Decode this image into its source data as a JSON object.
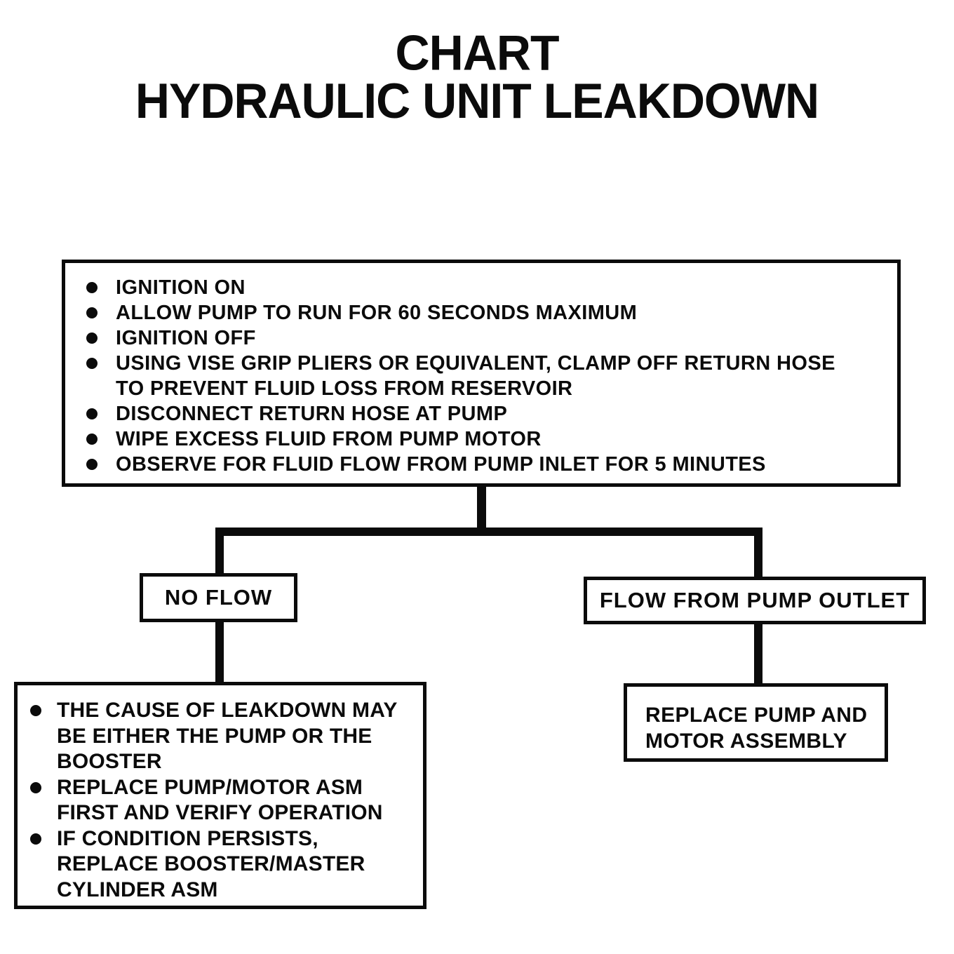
{
  "colors": {
    "ink": "#0b0b0b",
    "paper": "#ffffff"
  },
  "title": {
    "line1": "CHART",
    "line2": "HYDRAULIC UNIT LEAKDOWN"
  },
  "procedure": {
    "items": [
      "IGNITION ON",
      "ALLOW PUMP TO RUN FOR 60 SECONDS MAXIMUM",
      "IGNITION OFF",
      "USING VISE GRIP PLIERS OR EQUIVALENT, CLAMP OFF RETURN HOSE\nTO PREVENT FLUID LOSS FROM RESERVOIR",
      "DISCONNECT RETURN HOSE AT PUMP",
      "WIPE EXCESS FLUID FROM PUMP MOTOR",
      "OBSERVE FOR FLUID FLOW FROM PUMP INLET FOR 5 MINUTES"
    ]
  },
  "branches": {
    "no_flow": {
      "label": "NO FLOW",
      "result_items": [
        "THE CAUSE OF LEAKDOWN MAY\nBE EITHER THE PUMP OR THE\nBOOSTER",
        "REPLACE PUMP/MOTOR ASM\nFIRST AND VERIFY OPERATION",
        "IF CONDITION PERSISTS,\nREPLACE BOOSTER/MASTER\nCYLINDER ASM"
      ]
    },
    "flow": {
      "label": "FLOW FROM PUMP OUTLET",
      "result": "REPLACE PUMP AND\nMOTOR ASSEMBLY"
    }
  }
}
